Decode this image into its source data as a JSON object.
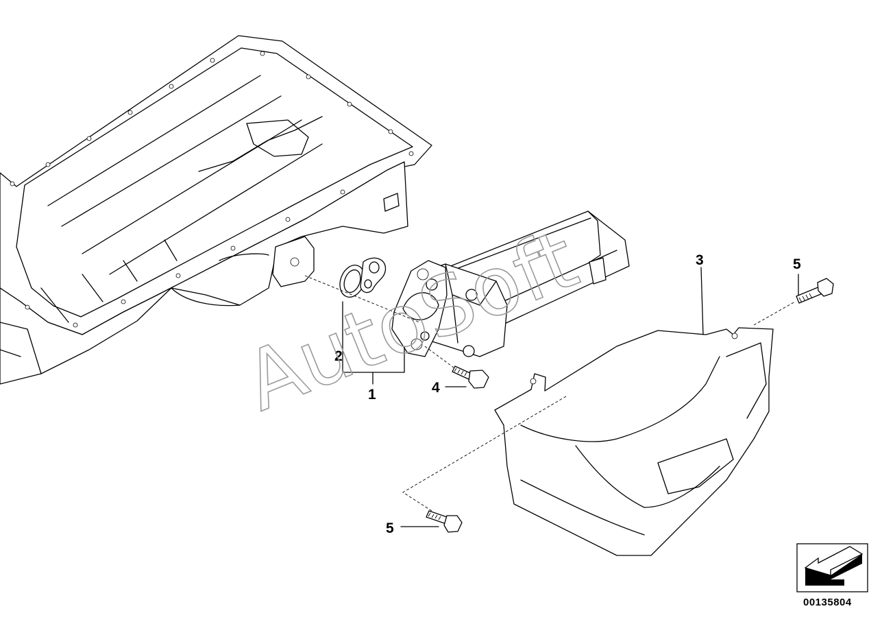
{
  "diagram": {
    "callouts": [
      {
        "id": "1",
        "label": "1"
      },
      {
        "id": "2",
        "label": "2"
      },
      {
        "id": "3",
        "label": "3"
      },
      {
        "id": "4",
        "label": "4"
      },
      {
        "id": "5a",
        "label": "5"
      },
      {
        "id": "5b",
        "label": "5"
      }
    ],
    "watermark": "AutoSoft",
    "document_number": "00135804",
    "icons": [
      "direction-arrow-icon"
    ]
  }
}
